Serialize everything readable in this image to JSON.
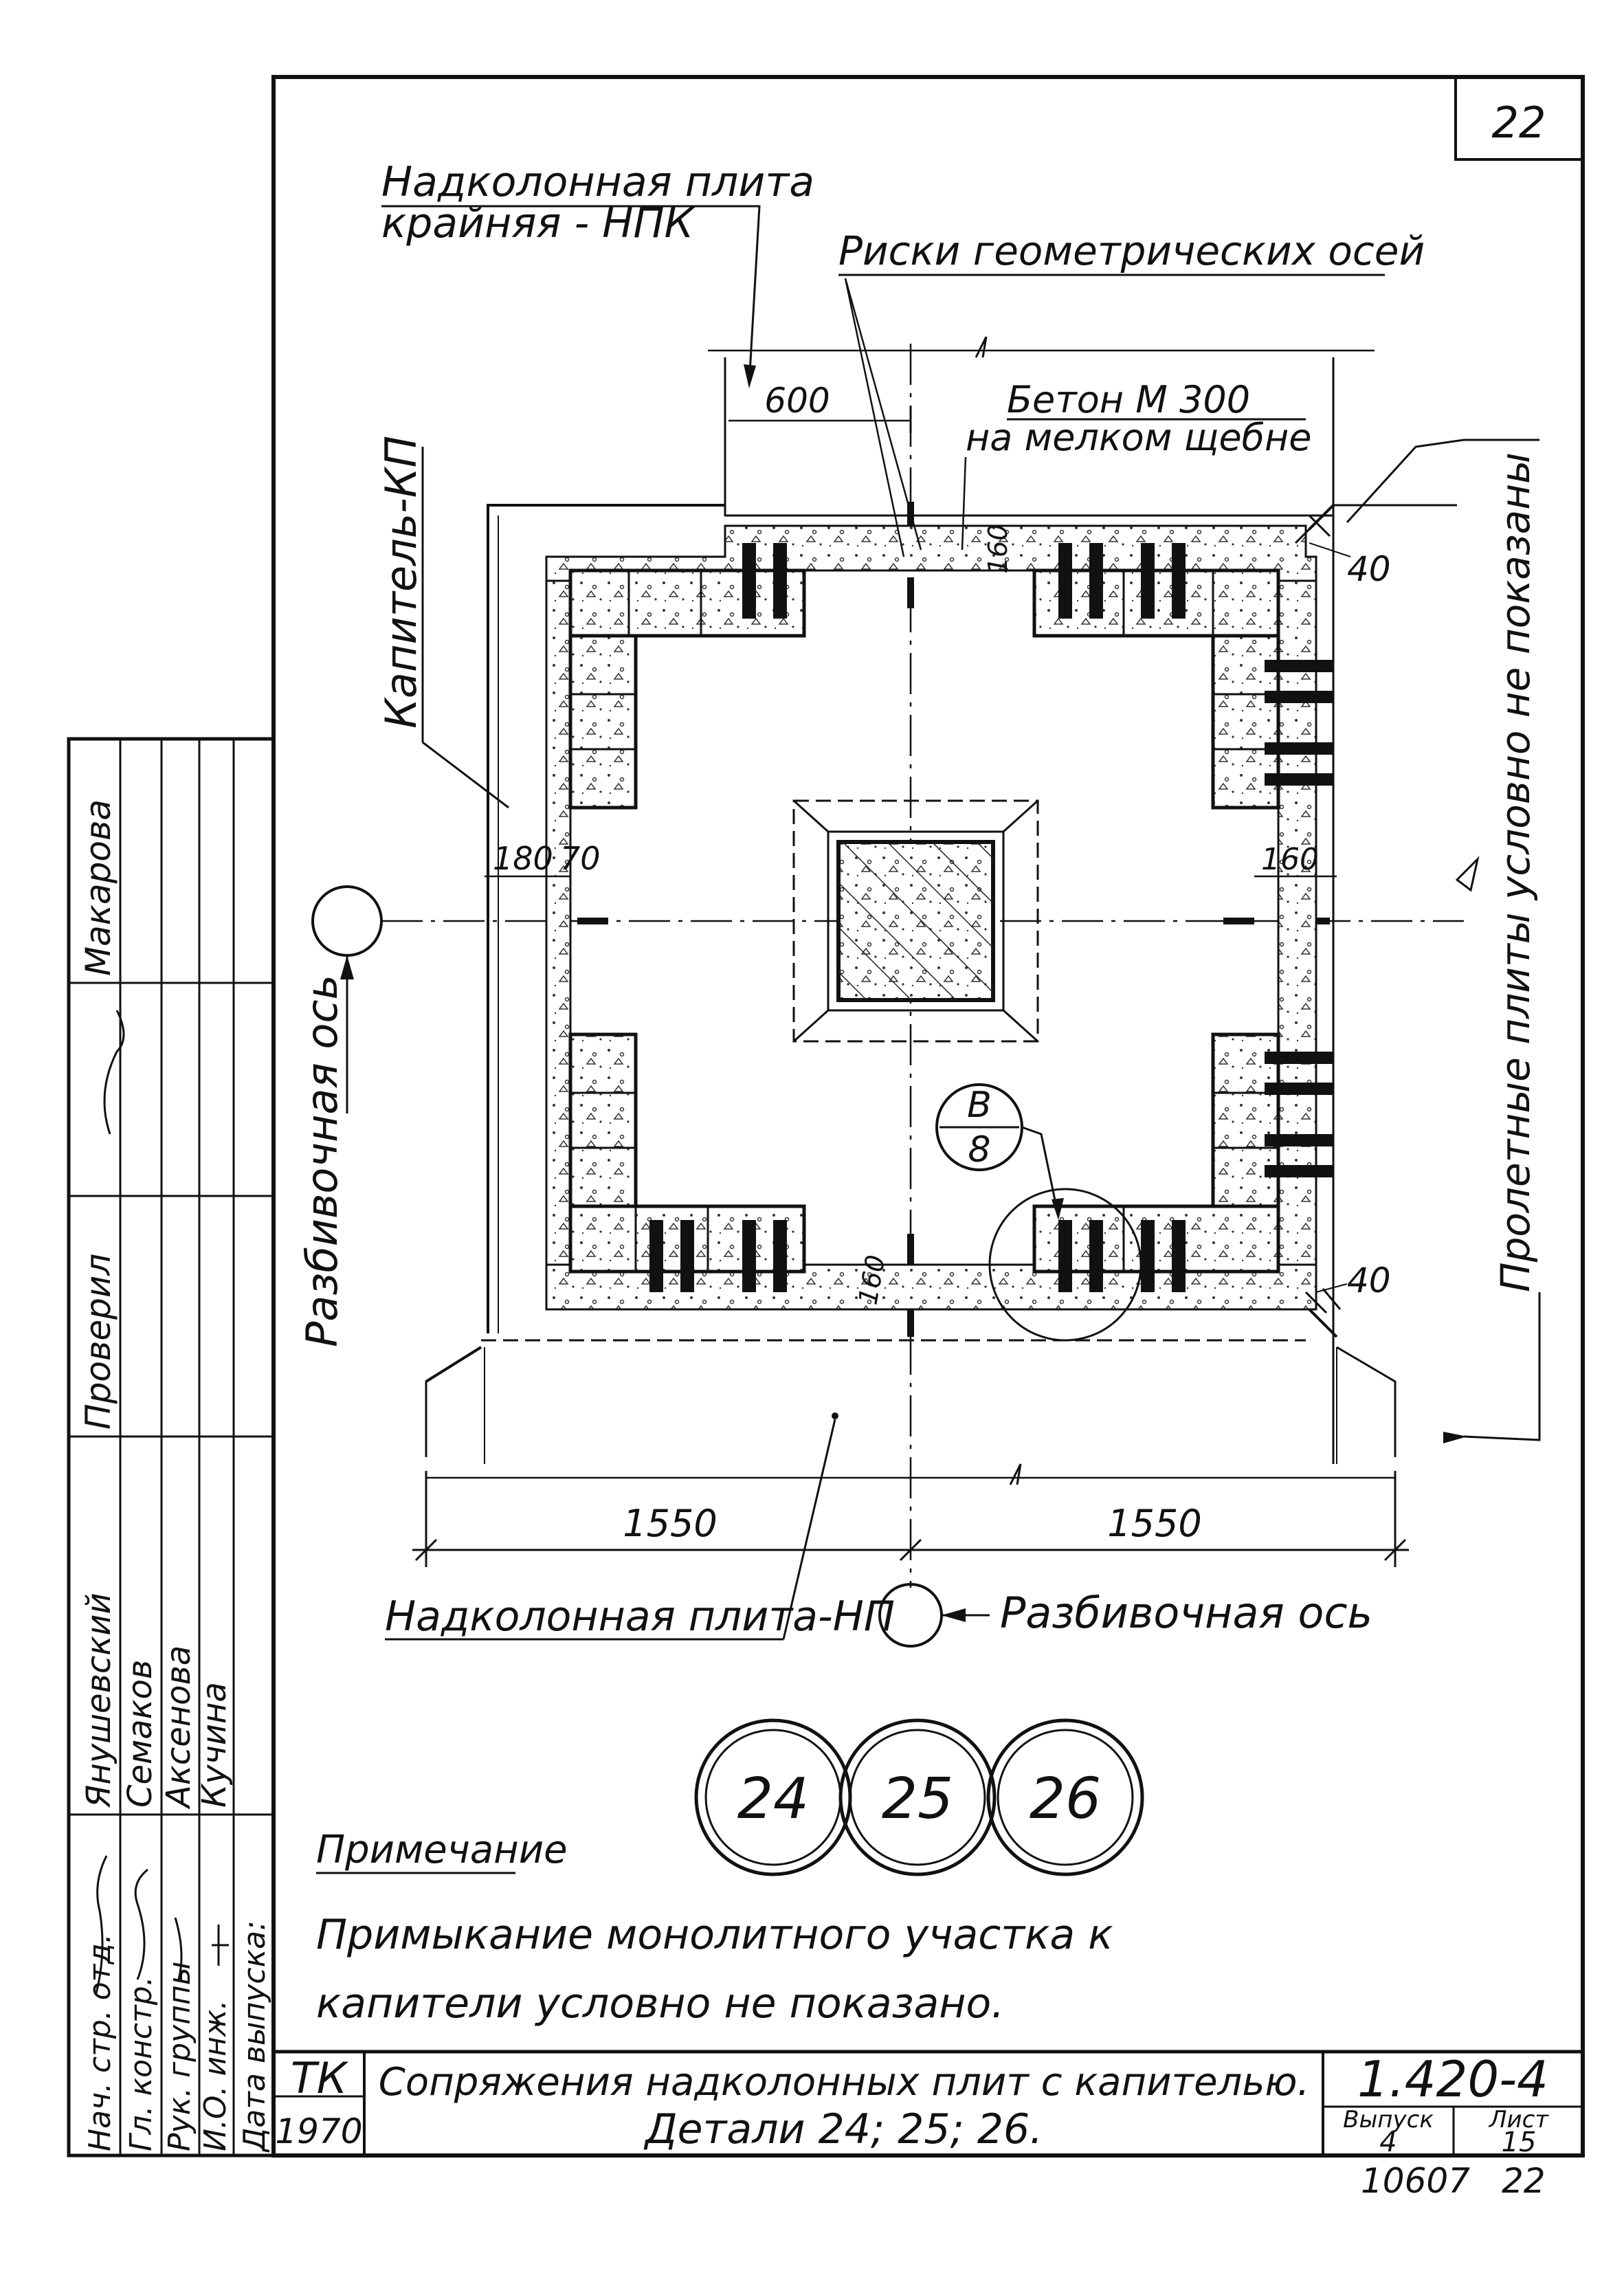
{
  "sheet": {
    "page_number": "22",
    "bottom_codes": [
      "10607",
      "22"
    ]
  },
  "labels": {
    "npk": [
      "Надколонная плита",
      "крайняя - НПК"
    ],
    "risks": "Риски геометрических осей",
    "beton": [
      "Бетон М 300",
      "на мелком щебне"
    ],
    "kp": "Капитель-КП",
    "proletnye": "Пролетные плиты условно не показаны",
    "razb_left": "Разбивочная ось",
    "razb_bottom": "Разбивочная ось",
    "np": "Надколонная плита-НП",
    "callout_top": "В",
    "callout_bottom": "8"
  },
  "dimensions": {
    "d600": "600",
    "d180": "180",
    "d70": "70",
    "d160_top": "160",
    "d160_right": "160",
    "d160_bottom": "160",
    "d40_top": "40",
    "d40_bottom": "40",
    "d1550_left": "1550",
    "d1550_right": "1550"
  },
  "details": [
    "24",
    "25",
    "26"
  ],
  "note": {
    "title": "Примечание",
    "lines": [
      "Примыкание монолитного участка к",
      "капители условно не показано."
    ]
  },
  "stamp": {
    "org": "ТК",
    "year": "1970",
    "title_line1": "Сопряжения надколонных плит с капителью.",
    "title_line2": "Детали 24; 25; 26.",
    "series": "1.420-4",
    "issue_label": "Выпуск",
    "issue_value": "4",
    "sheet_label": "Лист",
    "sheet_value": "15"
  },
  "side_stamp": {
    "roles": [
      "Нач. стр. отд.",
      "Гл. констр.",
      "Рук. группы",
      "И.О. инж."
    ],
    "names": [
      "Янушевский",
      "Семаков",
      "Аксенова",
      "Кучина"
    ],
    "checked_label": "Проверил",
    "checker": "Макарова",
    "date_label": "Дата выпуска:"
  }
}
